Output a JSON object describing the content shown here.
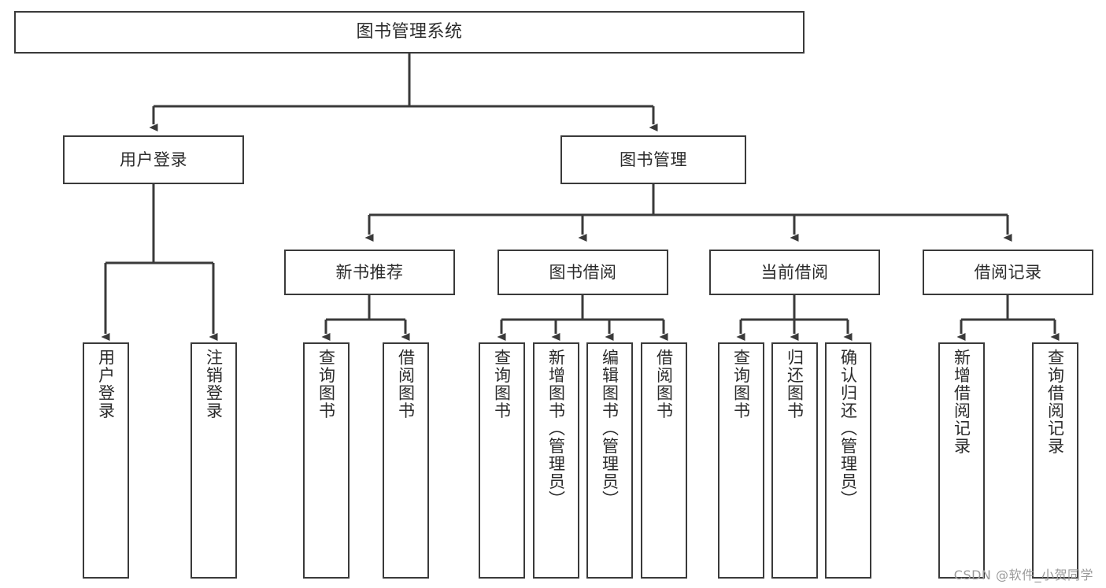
{
  "diagram": {
    "title": "图书管理系统",
    "watermark": "CSDN @软件_小贺同学",
    "colors": {
      "box_border": "#3a3a3a",
      "box_fill": "#ffffff",
      "edge": "#3a3a3a",
      "text": "#2b2b2b",
      "watermark": "#9a9a9a",
      "background": "#ffffff"
    },
    "root": {
      "label": "图书管理系统"
    },
    "level2": [
      {
        "label": "用户登录"
      },
      {
        "label": "图书管理"
      }
    ],
    "level3": [
      {
        "label": "新书推荐"
      },
      {
        "label": "图书借阅"
      },
      {
        "label": "当前借阅"
      },
      {
        "label": "借阅记录"
      }
    ],
    "leaves": {
      "user_login": [
        {
          "label": "用户登录"
        },
        {
          "label": "注销登录"
        }
      ],
      "new_book_recommend": [
        {
          "label": "查询图书"
        },
        {
          "label": "借阅图书"
        }
      ],
      "book_borrow": [
        {
          "label": "查询图书"
        },
        {
          "label": "新增图书（管理员）"
        },
        {
          "label": "编辑图书（管理员）"
        },
        {
          "label": "借阅图书"
        }
      ],
      "current_borrow": [
        {
          "label": "查询图书"
        },
        {
          "label": "归还图书"
        },
        {
          "label": "确认归还（管理员）"
        }
      ],
      "borrow_record": [
        {
          "label": "新增借阅记录"
        },
        {
          "label": "查询借阅记录"
        }
      ]
    }
  }
}
